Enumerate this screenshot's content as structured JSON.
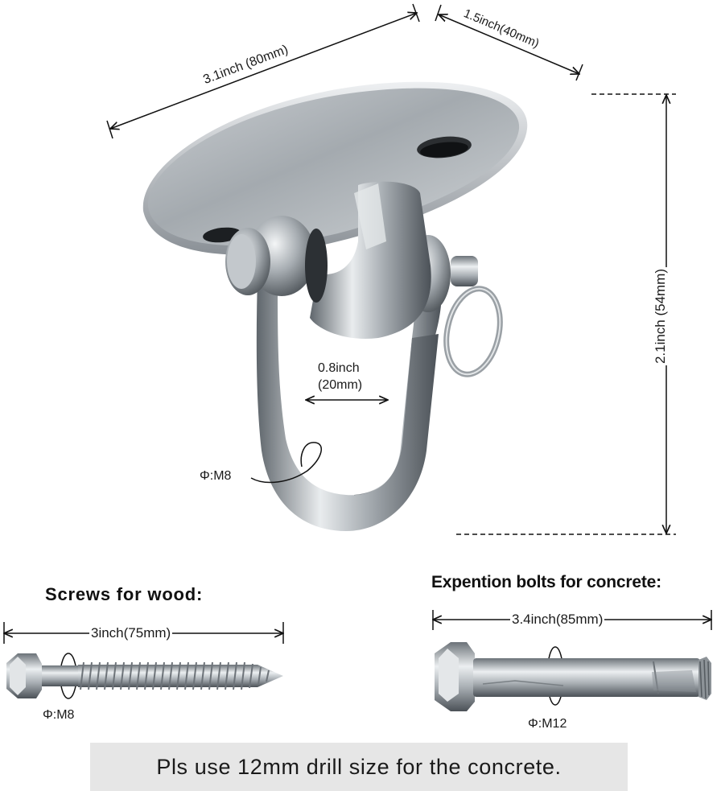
{
  "dimensions": {
    "plate_length": "3.1inch (80mm)",
    "plate_width": "1.5inch(40mm)",
    "height": "2.1inch (54mm)",
    "shackle_opening_inch": "0.8inch",
    "shackle_opening_mm": "(20mm)",
    "shackle_diameter": "Φ:M8"
  },
  "wood_screws": {
    "heading": "Screws for wood:",
    "length": "3inch(75mm)",
    "diameter": "Φ:M8"
  },
  "concrete_bolts": {
    "heading": "Expention bolts for concrete:",
    "length": "3.4inch(85mm)",
    "diameter": "Φ:M12"
  },
  "note": "Pls use 12mm drill size for the concrete.",
  "colors": {
    "steel_light": "#e9ecee",
    "steel_mid": "#a9afb4",
    "steel_dark": "#5f666c",
    "banner_bg": "#e6e6e6"
  }
}
